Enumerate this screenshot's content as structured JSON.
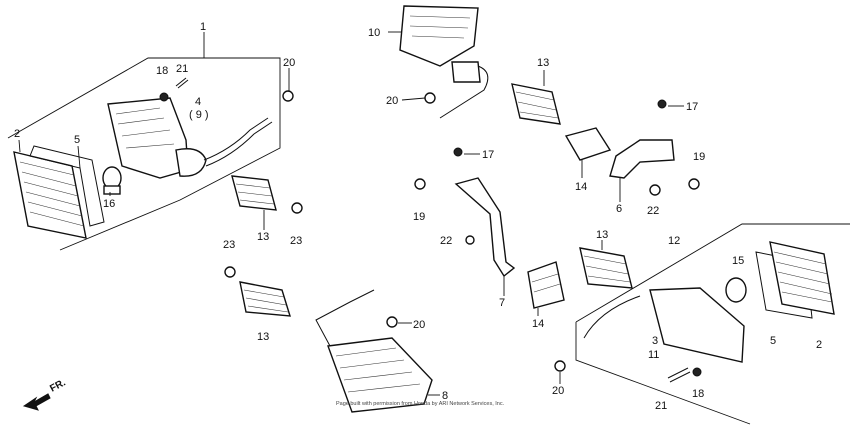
{
  "callouts": {
    "c1": "1",
    "c2_left": "2",
    "c5_left": "5",
    "c16": "16",
    "c18_top": "18",
    "c21_top": "21",
    "c4": "4",
    "c9": "( 9 )",
    "c20_a": "20",
    "c13_a": "13",
    "c23_a": "23",
    "c23_b": "23",
    "c13_b": "13",
    "c10": "10",
    "c20_b": "20",
    "c13_c": "13",
    "c17_a": "17",
    "c17_b": "17",
    "c14_a": "14",
    "c6": "6",
    "c19_a": "19",
    "c22_a": "22",
    "c19_b": "19",
    "c22_b": "22",
    "c7": "7",
    "c14_b": "14",
    "c20_c": "20",
    "c8": "8",
    "c13_d": "13",
    "c12": "12",
    "c15": "15",
    "c3": "3",
    "c11": "11",
    "c5_right": "5",
    "c2_right": "2",
    "c20_d": "20",
    "c21_bottom": "21",
    "c18_bottom": "18"
  },
  "direction_label": "FR.",
  "footer_text": "Page built with permission from Honda by ARI Network Services, Inc."
}
